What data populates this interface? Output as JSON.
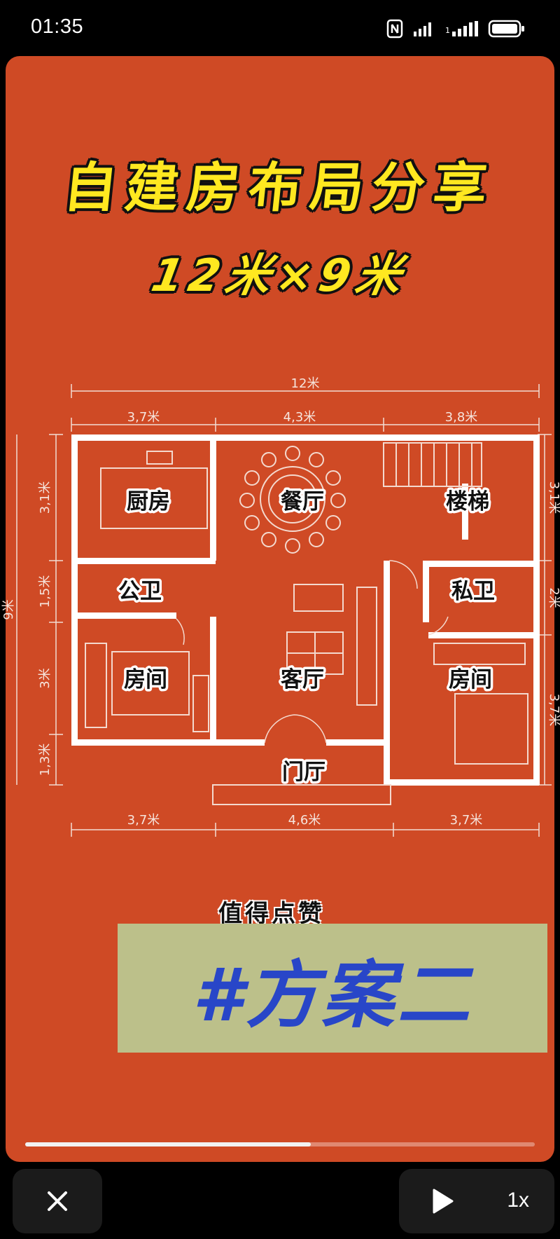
{
  "status_bar": {
    "time": "01:35",
    "icons": [
      "nfc-icon",
      "signal-icon",
      "signal-icon-2",
      "battery-icon"
    ]
  },
  "video": {
    "title": "自建房布局分享",
    "subtitle": "12米×9米",
    "like_text": "值得点赞",
    "tag": "#方案二",
    "progress": 0.56,
    "colors": {
      "background": "#cf4a25",
      "title": "#ffe820",
      "tag_bg": "#bcc08a",
      "tag_text": "#2846c8"
    }
  },
  "floor_plan": {
    "dimensions": {
      "total_width": "12米",
      "top": [
        "3,7米",
        "4,3米",
        "3,8米"
      ],
      "bottom": [
        "3,7米",
        "4,6米",
        "3,7米"
      ],
      "left": [
        "3,1米",
        "1,5米",
        "3米",
        "1,3米"
      ],
      "left_total": "9米",
      "right": [
        "3,1米",
        "2米",
        "3,7米"
      ]
    },
    "rooms": {
      "kitchen": "厨房",
      "dining": "餐厅",
      "stairs": "楼梯",
      "public_bath": "公卫",
      "private_bath": "私卫",
      "bedroom_left": "房间",
      "living": "客厅",
      "bedroom_right": "房间",
      "foyer": "门厅"
    }
  },
  "controls": {
    "close_icon": "close-icon",
    "play_icon": "play-icon",
    "speed": "1x"
  }
}
